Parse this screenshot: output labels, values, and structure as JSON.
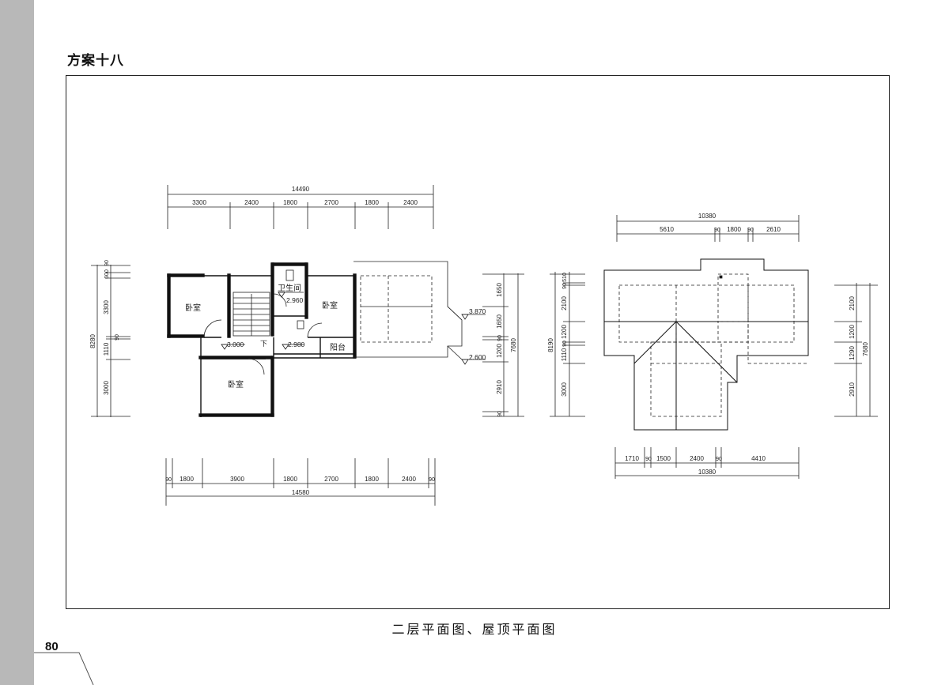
{
  "page": {
    "title": "方案十八",
    "caption": "二层平面图、屋顶平面图",
    "page_number": "80"
  },
  "second_floor_plan": {
    "top_dims": {
      "overall": "14490",
      "segments": [
        "3300",
        "2400",
        "1800",
        "2700",
        "1800",
        "2400"
      ]
    },
    "bottom_dims": {
      "overall": "14580",
      "segments": [
        "90",
        "1800",
        "3900",
        "1800",
        "2700",
        "1800",
        "2400",
        "90"
      ]
    },
    "left_dims": {
      "overall": "8280",
      "segments": [
        "90",
        "600",
        "3300",
        "90",
        "1110",
        "3000"
      ]
    },
    "right_dims": {
      "overall": "7680",
      "segments": [
        "1650",
        "1650",
        "90",
        "1200",
        "2910",
        "90"
      ]
    },
    "rooms": {
      "bedroom": "卧室",
      "bathroom": "卫生间",
      "balcony": "阳台"
    },
    "elevations": [
      "2.960",
      "3.000",
      "2.980",
      "3.870",
      "2.600"
    ],
    "stair_arrow": "下"
  },
  "roof_plan": {
    "top_dims": {
      "overall": "10380",
      "segments": [
        "5610",
        "90",
        "1800",
        "90",
        "2610"
      ]
    },
    "bottom_dims": {
      "overall": "10380",
      "segments": [
        "1710",
        "90",
        "1500",
        "2400",
        "90",
        "4410"
      ]
    },
    "left_dims": {
      "overall": "8190",
      "segments": [
        "510",
        "90",
        "2100",
        "1200",
        "90",
        "1110",
        "3000"
      ]
    },
    "right_dims": {
      "overall": "7680",
      "segments": [
        "2100",
        "1200",
        "1290",
        "2910"
      ]
    }
  }
}
